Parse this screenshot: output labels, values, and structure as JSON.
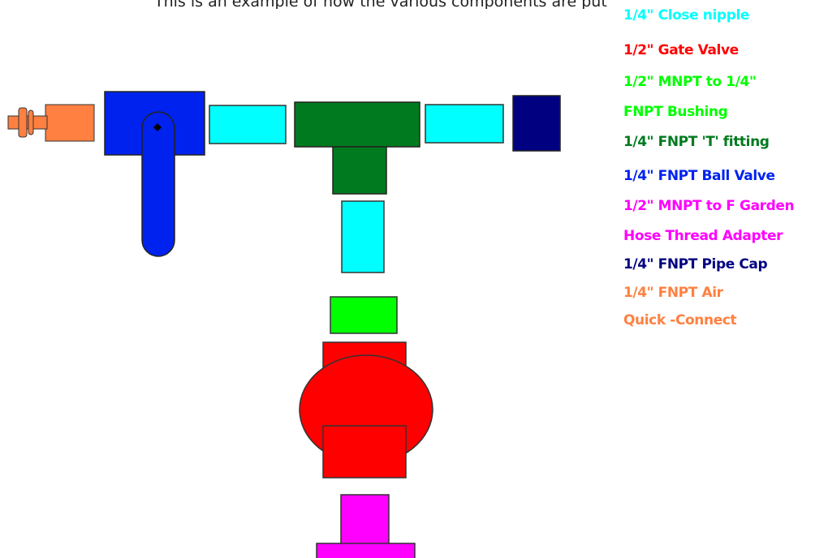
{
  "caption": {
    "text": "This is an example of how the various components are put together for the sprinkler blowout fitting. Watering"
  },
  "colors": {
    "close_nipple": "#00ffff",
    "gate_valve": "#ff0000",
    "bushing": "#00ff00",
    "tee_fitting": "#007a1f",
    "ball_valve": "#0022ee",
    "hose_adapter": "#ff00ff",
    "pipe_cap": "#000080",
    "air_quick_connect": "#ff8040"
  },
  "legend": [
    {
      "key": "close_nipple",
      "line1": "1/4\" Close nipple",
      "line2": ""
    },
    {
      "key": "gate_valve",
      "line1": "1/2\" Gate Valve",
      "line2": ""
    },
    {
      "key": "bushing",
      "line1": "1/2\" MNPT to 1/4\"",
      "line2": "FNPT Bushing"
    },
    {
      "key": "tee_fitting",
      "line1": "1/4\" FNPT 'T' fitting",
      "line2": ""
    },
    {
      "key": "ball_valve",
      "line1": "1/4\" FNPT Ball Valve",
      "line2": ""
    },
    {
      "key": "hose_adapter",
      "line1": "1/2\" MNPT to F Garden",
      "line2": "Hose Thread Adapter"
    },
    {
      "key": "pipe_cap",
      "line1": "1/4\" FNPT Pipe Cap",
      "line2": ""
    },
    {
      "key": "air_quick_connect",
      "line1": "1/4\" FNPT Air",
      "line2": "Quick -Connect"
    }
  ]
}
